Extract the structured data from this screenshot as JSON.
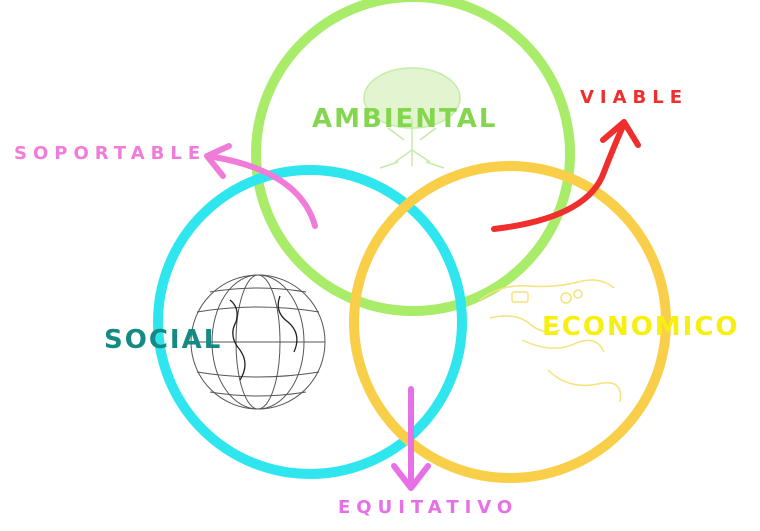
{
  "colors": {
    "ambiental": "#a9ec6a",
    "ambiental_text": "#84d64f",
    "social": "#2fe6ef",
    "social_text": "#138a82",
    "economico": "#f9cf4a",
    "economico_text": "#f7ef10",
    "viable": "#ef2e2e",
    "soportable": "#f07bd8",
    "equitativo": "#e870e6"
  },
  "circles": {
    "ambiental": {
      "label": "AMBIENTAL",
      "icon": "tree-icon"
    },
    "social": {
      "label": "SOCIAL",
      "icon": "globe-icon"
    },
    "economico": {
      "label": "ECONOMICO",
      "icon": "hands-money-icon"
    }
  },
  "arrows": {
    "viable": {
      "label": "VIABLE"
    },
    "soportable": {
      "label": "SOPORTABLE"
    },
    "equitativo": {
      "label": "EQUITATIVO"
    }
  }
}
